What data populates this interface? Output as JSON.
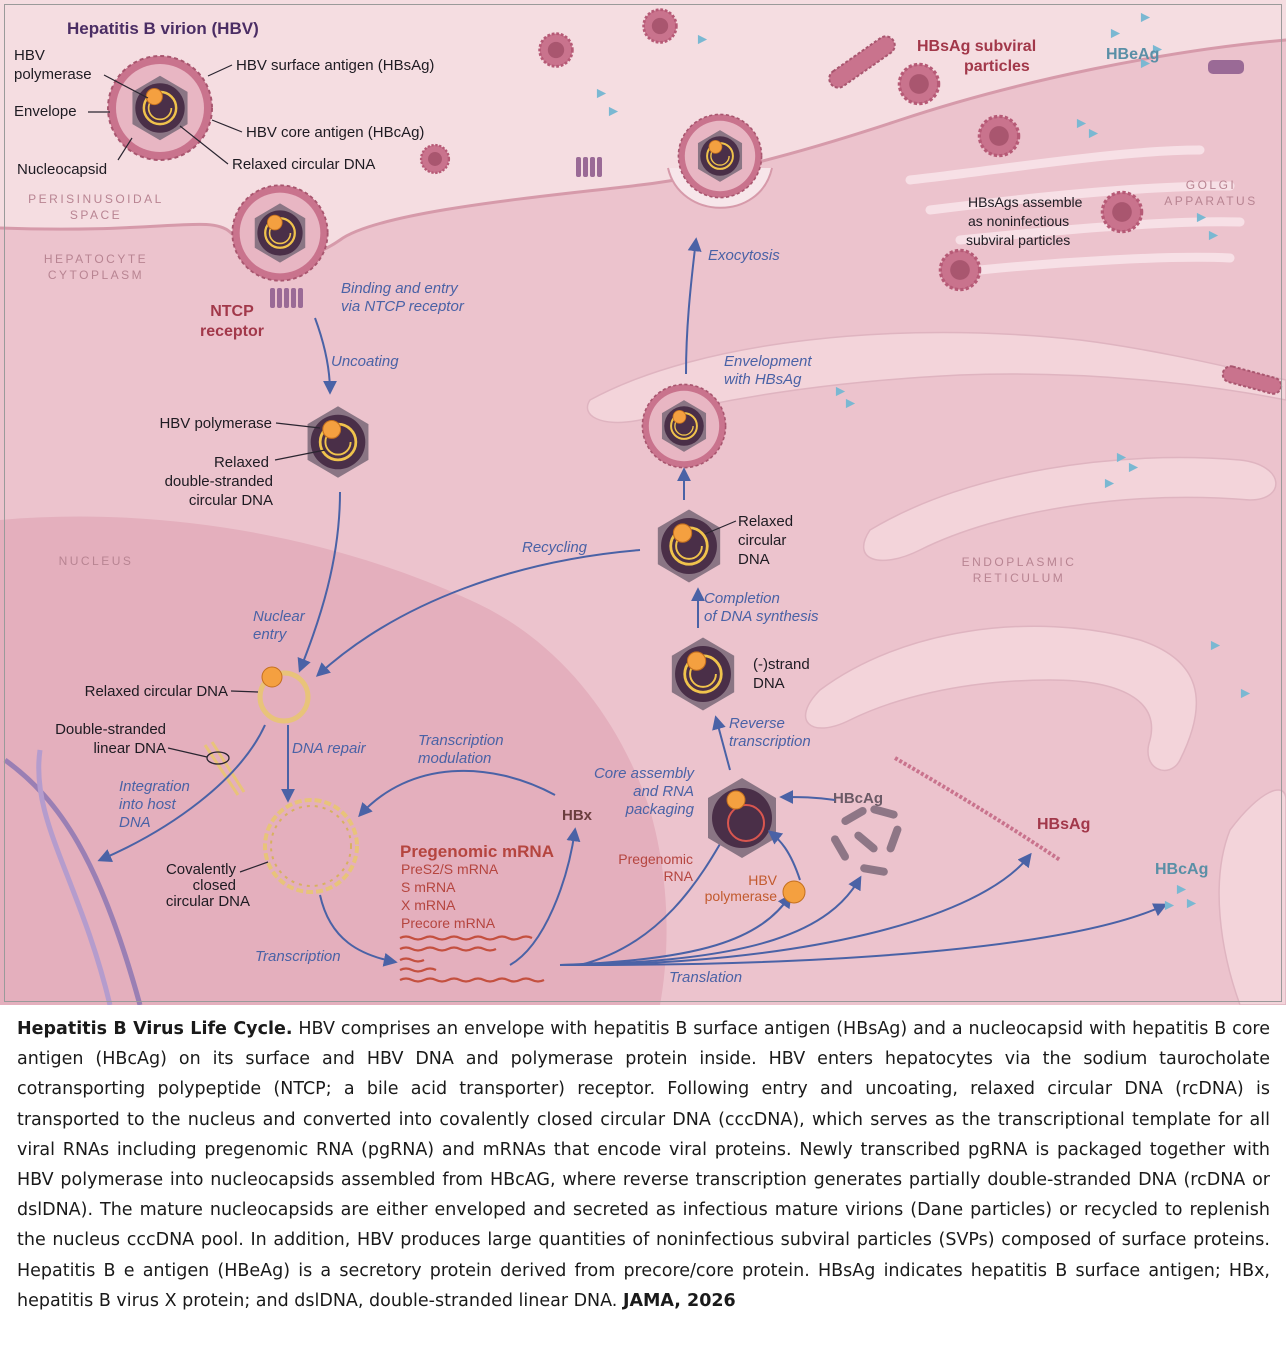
{
  "figure": {
    "title": "Hepatitis B virion (HBV)",
    "virion_labels": {
      "polymerase_l1": "HBV",
      "polymerase_l2": "polymerase",
      "envelope": "Envelope",
      "nucleocapsid": "Nucleocapsid",
      "hbsag": "HBV surface antigen (HBsAg)",
      "hbcag": "HBV core antigen (HBcAg)",
      "rcdna": "Relaxed circular DNA"
    },
    "regions": {
      "perisinusoidal_l1": "PERISINUSOIDAL",
      "perisinusoidal_l2": "SPACE",
      "cytoplasm_l1": "HEPATOCYTE",
      "cytoplasm_l2": "CYTOPLASM",
      "nucleus": "NUCLEUS",
      "golgi_l1": "GOLGI",
      "golgi_l2": "APPARATUS",
      "er_l1": "ENDOPLASMIC",
      "er_l2": "RETICULUM"
    },
    "receptor_l1": "NTCP",
    "receptor_l2": "receptor",
    "steps": {
      "binding_l1": "Binding and entry",
      "binding_l2": "via NTCP receptor",
      "uncoating": "Uncoating",
      "nuclear_l1": "Nuclear",
      "nuclear_l2": "entry",
      "dna_repair": "DNA repair",
      "integration_l1": "Integration",
      "integration_l2": "into host",
      "integration_l3": "DNA",
      "transcription": "Transcription",
      "trans_mod_l1": "Transcription",
      "trans_mod_l2": "modulation",
      "core_l1": "Core assembly",
      "core_l2": "and RNA",
      "core_l3": "packaging",
      "reverse_l1": "Reverse",
      "reverse_l2": "transcription",
      "completion_l1": "Completion",
      "completion_l2": "of DNA synthesis",
      "recycling": "Recycling",
      "envelopment_l1": "Envelopment",
      "envelopment_l2": "with HBsAg",
      "exocytosis": "Exocytosis",
      "translation": "Translation"
    },
    "particles": {
      "uncoated_pol": "HBV polymerase",
      "uncoated_dna_l1": "Relaxed",
      "uncoated_dna_l2": "double-stranded",
      "uncoated_dna_l3": "circular DNA",
      "nuc_rcdna": "Relaxed circular DNA",
      "dslinear_l1": "Double-stranded",
      "dslinear_l2": "linear DNA",
      "cccdna_l1": "Covalently",
      "cccdna_l2": "closed",
      "cccdna_l3": "circular DNA",
      "minus_l1": "(-)strand",
      "minus_l2": "DNA",
      "rc_l1": "Relaxed",
      "rc_l2": "circular",
      "rc_l3": "DNA"
    },
    "rna": {
      "heading": "Pregenomic mRNA",
      "items": [
        "PreS2/S mRNA",
        "S mRNA",
        "X mRNA",
        "Precore mRNA"
      ]
    },
    "proteins": {
      "hbx": "HBx",
      "hbcag": "HBcAg",
      "hbsag": "HBsAg",
      "hbcag2": "HBcAg",
      "pgrna_l1": "Pregenomic",
      "pgrna_l2": "RNA",
      "pol_l1": "HBV",
      "pol_l2": "polymerase"
    },
    "secreted": {
      "subviral_l1": "HBsAg subviral",
      "subviral_l2": "particles",
      "hbeag": "HBeAg",
      "assemble_l1": "HBsAgs assemble",
      "assemble_l2": "as noninfectious",
      "assemble_l3": "subviral particles"
    },
    "colors": {
      "cytoplasm": "#ecc3cd",
      "nucleus": "#e4afbd",
      "capsid": "#5b4256",
      "envelope": "#c9738d",
      "polymerase": "#f4a040",
      "dna": "#f0c34c",
      "arrow": "#4a62a6"
    }
  },
  "caption": {
    "title": "Hepatitis B Virus Life Cycle.",
    "body": "HBV comprises an envelope with hepatitis B surface antigen (HBsAg) and a nucleocapsid with hepatitis B core antigen (HBcAg) on its surface and HBV DNA and polymerase protein inside. HBV enters hepatocytes via the sodium taurocholate cotransporting polypeptide (NTCP; a bile acid transporter) receptor. Following entry and uncoating, relaxed circular DNA (rcDNA) is transported to the nucleus and converted into covalently closed circular DNA (cccDNA), which serves as the transcriptional template for all viral RNAs including pregenomic RNA (pgRNA) and mRNAs that encode viral proteins. Newly transcribed pgRNA is packaged together with HBV polymerase into nucleocapsids assembled from HBcAG, where reverse transcription generates partially double-stranded DNA (rcDNA or dslDNA). The mature nucleocapsids are either enveloped and secreted as infectious mature virions (Dane particles) or recycled to replenish the nucleus cccDNA pool. In addition, HBV produces large quantities of noninfectious subviral particles (SVPs) composed of surface proteins. Hepatitis B e antigen (HBeAg) is a secretory protein derived from precore/core protein. HBsAg indicates hepatitis B surface antigen; HBx, hepatitis B virus X protein; and dslDNA, double-stranded linear DNA.",
    "journal": "JAMA, 2026"
  }
}
